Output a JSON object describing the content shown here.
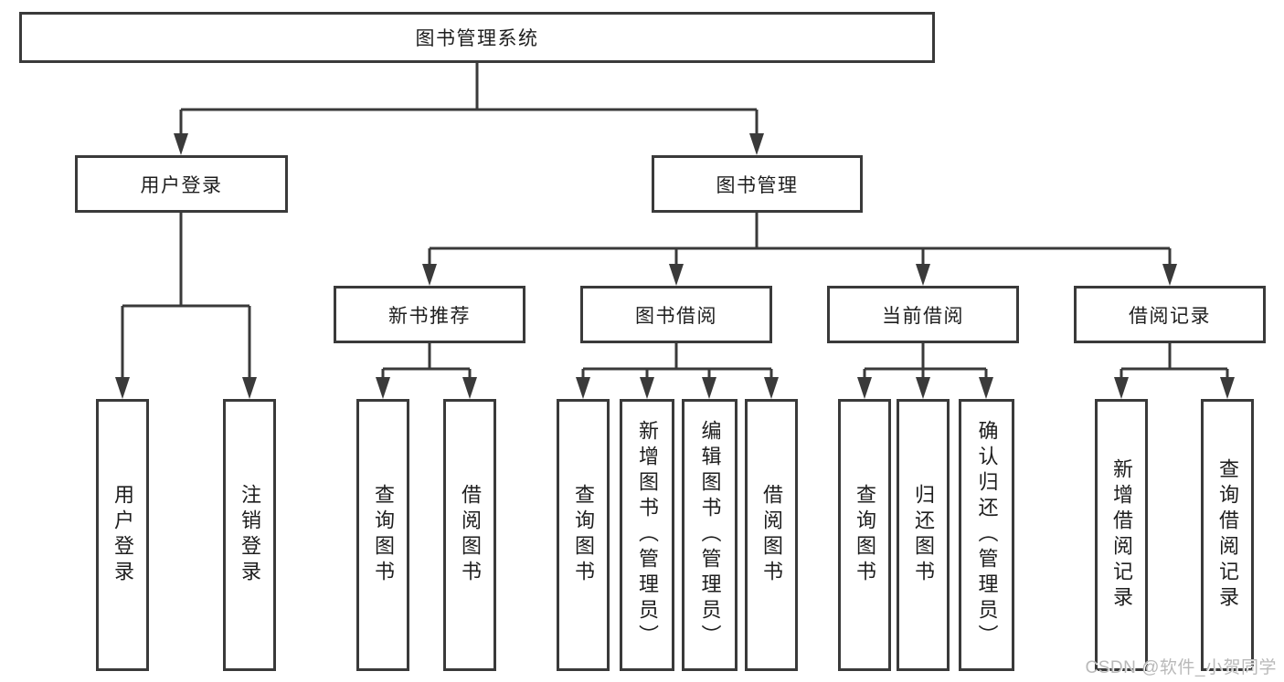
{
  "diagram": {
    "type": "hierarchy-tree",
    "colors": {
      "background": "#ffffff",
      "line": "#3a3a3a",
      "box_border": "#3a3a3a",
      "text": "#1e1e1e",
      "watermark": "#b9b9b9"
    },
    "nodes": {
      "root": "图书管理系统",
      "user_login": "用户登录",
      "book_mgmt": "图书管理",
      "new_book": "新书推荐",
      "book_borrow": "图书借阅",
      "cur_borrow": "当前借阅",
      "borrow_rec": "借阅记录",
      "leaf_ul_login": "用户登录",
      "leaf_ul_logout": "注销登录",
      "leaf_nb_query": "查询图书",
      "leaf_nb_borrow": "借阅图书",
      "leaf_bb_query": "查询图书",
      "leaf_bb_add": "新增图书（管理员）",
      "leaf_bb_edit": "编辑图书（管理员）",
      "leaf_bb_borrow": "借阅图书",
      "leaf_cb_query": "查询图书",
      "leaf_cb_return": "归还图书",
      "leaf_cb_confirm": "确认归还（管理员）",
      "leaf_br_add": "新增借阅记录",
      "leaf_br_query": "查询借阅记录"
    },
    "hierarchy": {
      "图书管理系统": {
        "用户登录": [
          "用户登录",
          "注销登录"
        ],
        "图书管理": {
          "新书推荐": [
            "查询图书",
            "借阅图书"
          ],
          "图书借阅": [
            "查询图书",
            "新增图书（管理员）",
            "编辑图书（管理员）",
            "借阅图书"
          ],
          "当前借阅": [
            "查询图书",
            "归还图书",
            "确认归还（管理员）"
          ],
          "借阅记录": [
            "新增借阅记录",
            "查询借阅记录"
          ]
        }
      }
    }
  },
  "watermark": {
    "text": "CSDN @软件_小贺同学"
  }
}
